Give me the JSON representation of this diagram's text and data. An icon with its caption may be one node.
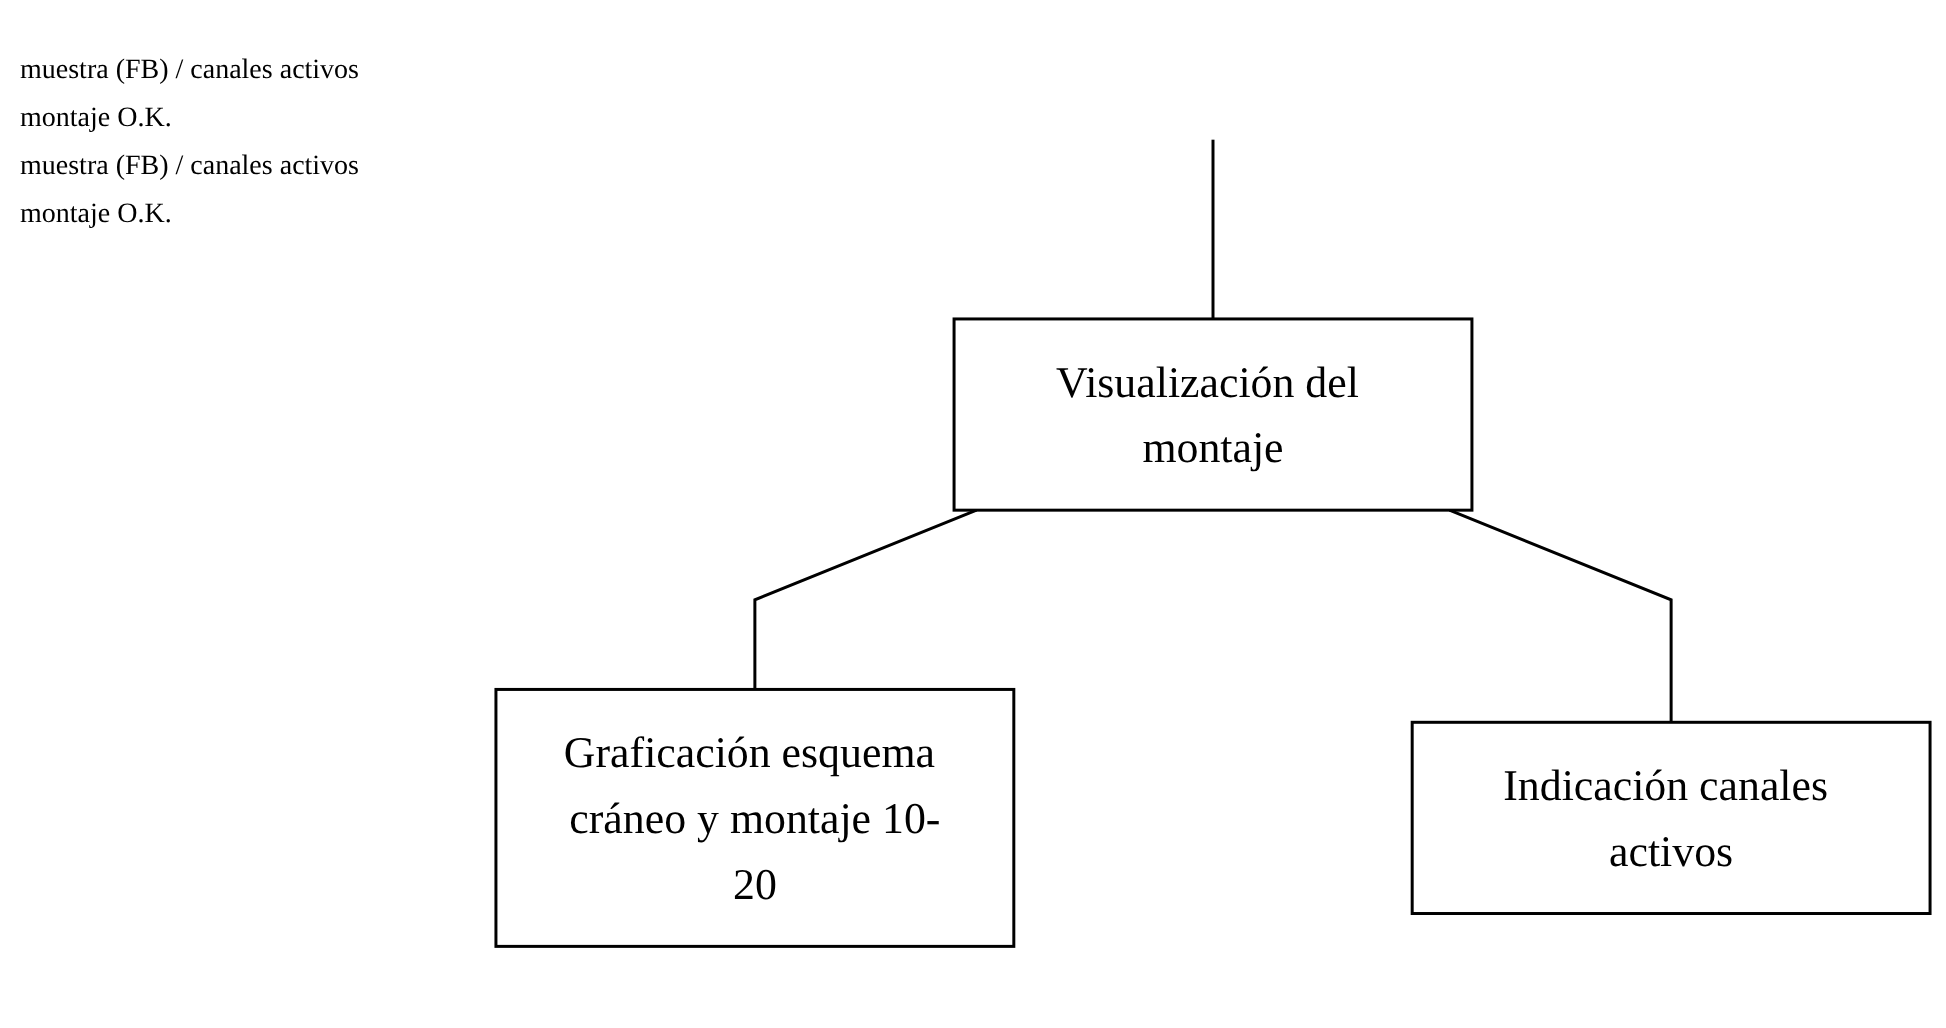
{
  "diagram": {
    "nodes": [
      {
        "text": [
          "Visualización del montaje"
        ]
      },
      {
        "text": [
          "Graficación esquema cráneo y montaje 10-20"
        ]
      },
      {
        "text": [
          "Indicación canales activos"
        ]
      }
    ],
    "edges": [
      {
        "from": null,
        "to": 0,
        "arrow": "none"
      },
      {
        "from": 0,
        "to": 1,
        "arrow": "none"
      },
      {
        "from": 0,
        "to": 2,
        "arrow": "none"
      }
    ],
    "labels": [
      "muestra (FB) / canales activos",
      "montaje O.K.",
      "muestra (FB) / canales activos",
      "montaje O.K."
    ]
  }
}
